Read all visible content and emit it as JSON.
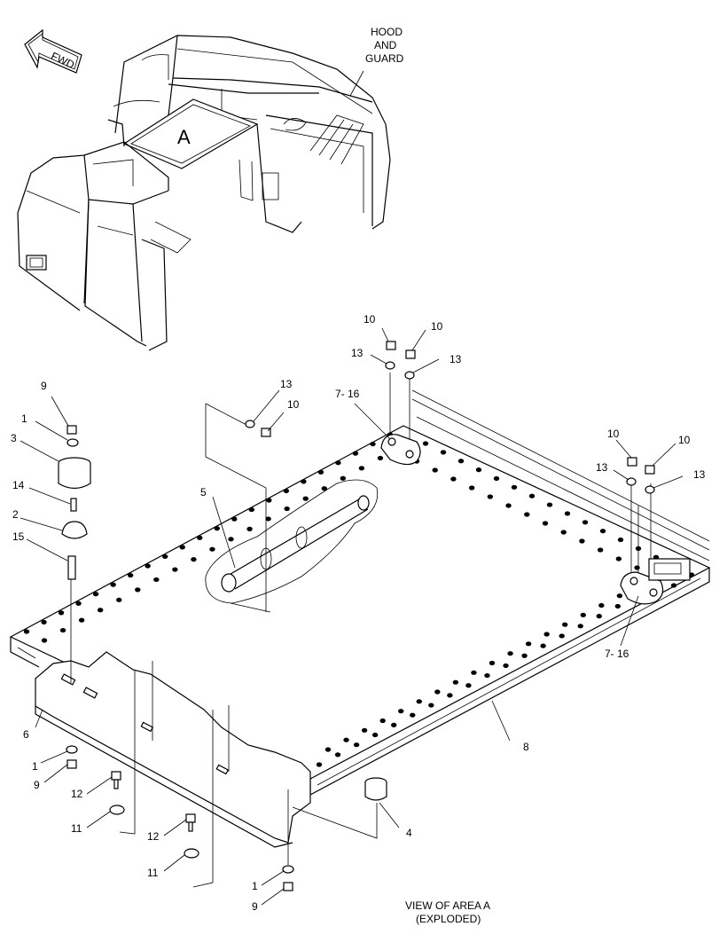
{
  "fwd_label": "FWD",
  "area_label": "A",
  "hood_label": [
    "HOOD",
    "AND",
    "GUARD"
  ],
  "view_caption": [
    "VIEW OF AREA A",
    "(EXPLODED)"
  ],
  "callouts": {
    "c10a": "10",
    "c10b": "10",
    "c13a": "13",
    "c13b": "13",
    "c716a": "7- 16",
    "c13c": "13",
    "c10c": "10",
    "c10d": "10",
    "c10e": "10",
    "c13d": "13",
    "c13e": "13",
    "c716b": "7- 16",
    "c9a": "9",
    "c1a": "1",
    "c3": "3",
    "c14": "14",
    "c2": "2",
    "c15": "15",
    "c5": "5",
    "c6": "6",
    "c8": "8",
    "c4": "4",
    "c1b": "1",
    "c9b": "9",
    "c12a": "12",
    "c11a": "11",
    "c12b": "12",
    "c11b": "11",
    "c1c": "1",
    "c9c": "9"
  }
}
